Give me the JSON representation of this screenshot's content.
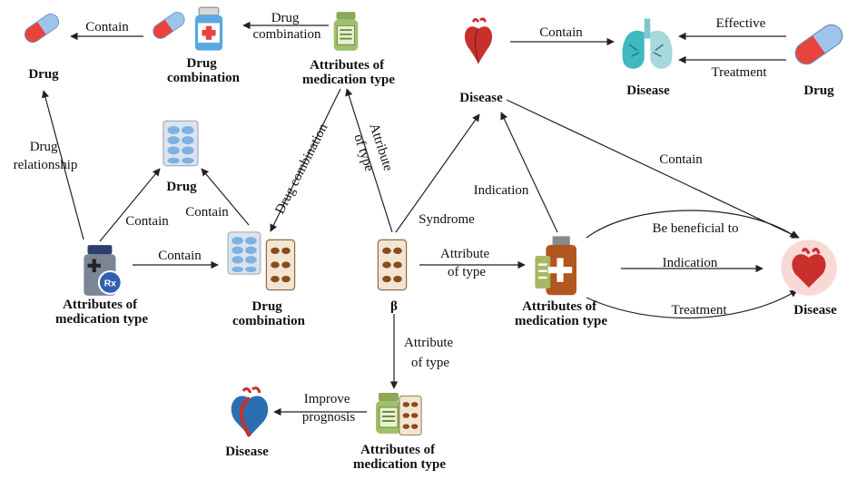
{
  "nodes": {
    "drug_top_left": "Drug",
    "drug_combination_top": "Drug combination",
    "attributes_top": "Attributes of medication type",
    "disease_top_center": "Disease",
    "disease_top_right": "Disease",
    "drug_top_right": "Drug",
    "drug_middle": "Drug",
    "attributes_left": "Attributes of medication type",
    "drug_combination_middle": "Drug combination",
    "beta": "β",
    "attributes_right": "Attributes of medication type",
    "disease_right": "Disease",
    "attributes_bottom": "Attributes of medication type",
    "disease_bottom": "Disease"
  },
  "edges": {
    "contain_top": "Contain",
    "drug_combination_top_edge": "Drug combination",
    "contain_disease_top": "Contain",
    "effective": "Effective",
    "treatment_top": "Treatment",
    "drug_relationship": "Drug relationship",
    "contain_left_to_drug": "Contain",
    "contain_combo_to_drug": "Contain",
    "drug_combination_diag": "Drug combination",
    "attribute_of_type_diag": "Attribute of type",
    "syndrome": "Syndrome",
    "indication_up": "Indication",
    "contain_disease_right": "Contain",
    "contain_mid": "Contain",
    "attribute_of_type_mid": "Attribute of type",
    "be_beneficial_to": "Be beneficial to",
    "indication_right": "Indication",
    "treatment_right": "Treatment",
    "attribute_of_type_down": "Attribute of type",
    "improve_prognosis": "Improve prognosis"
  },
  "icons": {
    "capsule": "capsule-icon",
    "pill_bottle": "pill-bottle-icon",
    "medicine_jar": "medicine-jar-icon",
    "heart": "heart-icon",
    "lungs": "lungs-icon",
    "blister_pack": "blister-pack-icon",
    "rx_bottle": "rx-bottle-icon"
  },
  "colors": {
    "capsule_red": "#e8433f",
    "capsule_blue": "#9fc4ea",
    "heart_red": "#c9302c",
    "lungs_teal": "#3fb9c2",
    "jar_green": "#9fc06a",
    "bottle_brown": "#b0561f",
    "rx_navy": "#2c3e6b"
  }
}
